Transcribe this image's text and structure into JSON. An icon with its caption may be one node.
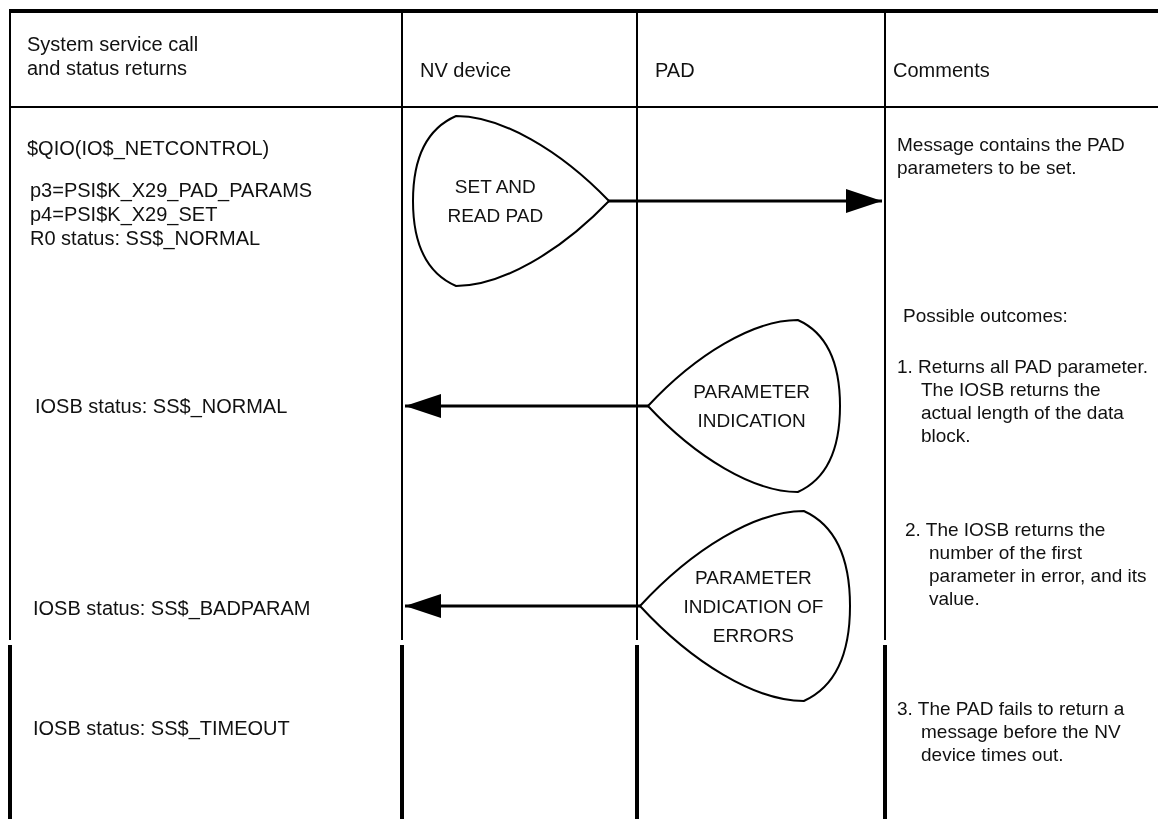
{
  "diagram": {
    "nodes": [
      {
        "text": [
          "SET AND READ PAD"
        ]
      },
      {
        "text": [
          "PARAMETER INDICATION"
        ]
      },
      {
        "text": [
          "PARAMETER INDICATION OF ERRORS"
        ]
      }
    ],
    "edges": [
      {
        "from": 0,
        "to": null,
        "arrow": "to"
      },
      {
        "from": 1,
        "to": null,
        "arrow": "to"
      },
      {
        "from": 2,
        "to": null,
        "arrow": "to"
      }
    ],
    "labels": [
      "System service call and status returns",
      "NV device",
      "PAD",
      "Comments",
      "$QIO(IO$_NETCONTROL)",
      "Message contains the PAD parameters to be set.",
      "p3=PSI$K_X29_PAD_PARAMS",
      "p4=PSI$K_X29_SET",
      "R0 status: SS$_NORMAL",
      "Possible outcomes:",
      "1. Returns all PAD parameter. The IOSB returns the actual length of the data block.",
      "IOSB status: SS$_NORMAL",
      "2. The IOSB returns the number of the first parameter in error, and its value.",
      "IOSB status: SS$_BADPARAM",
      "3. The PAD fails to return a message before the NV device times out.",
      "IOSB status: SS$_TIMEOUT"
    ]
  }
}
